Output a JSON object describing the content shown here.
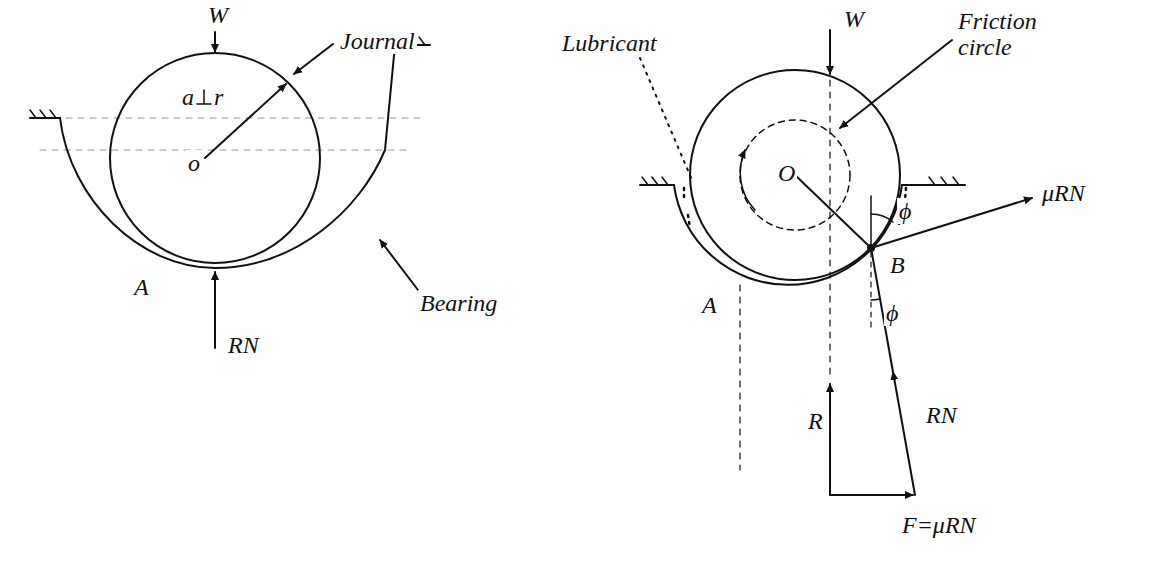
{
  "diagram": {
    "labels": [
      "W",
      "Journal",
      "a",
      "r",
      "o",
      "A",
      "RN",
      "Bearing",
      "Lubricant",
      "W",
      "Friction circle",
      "O",
      "ϕ",
      "μRN",
      "B",
      "ϕ",
      "A",
      "RN",
      "R",
      "F=μRN"
    ]
  }
}
